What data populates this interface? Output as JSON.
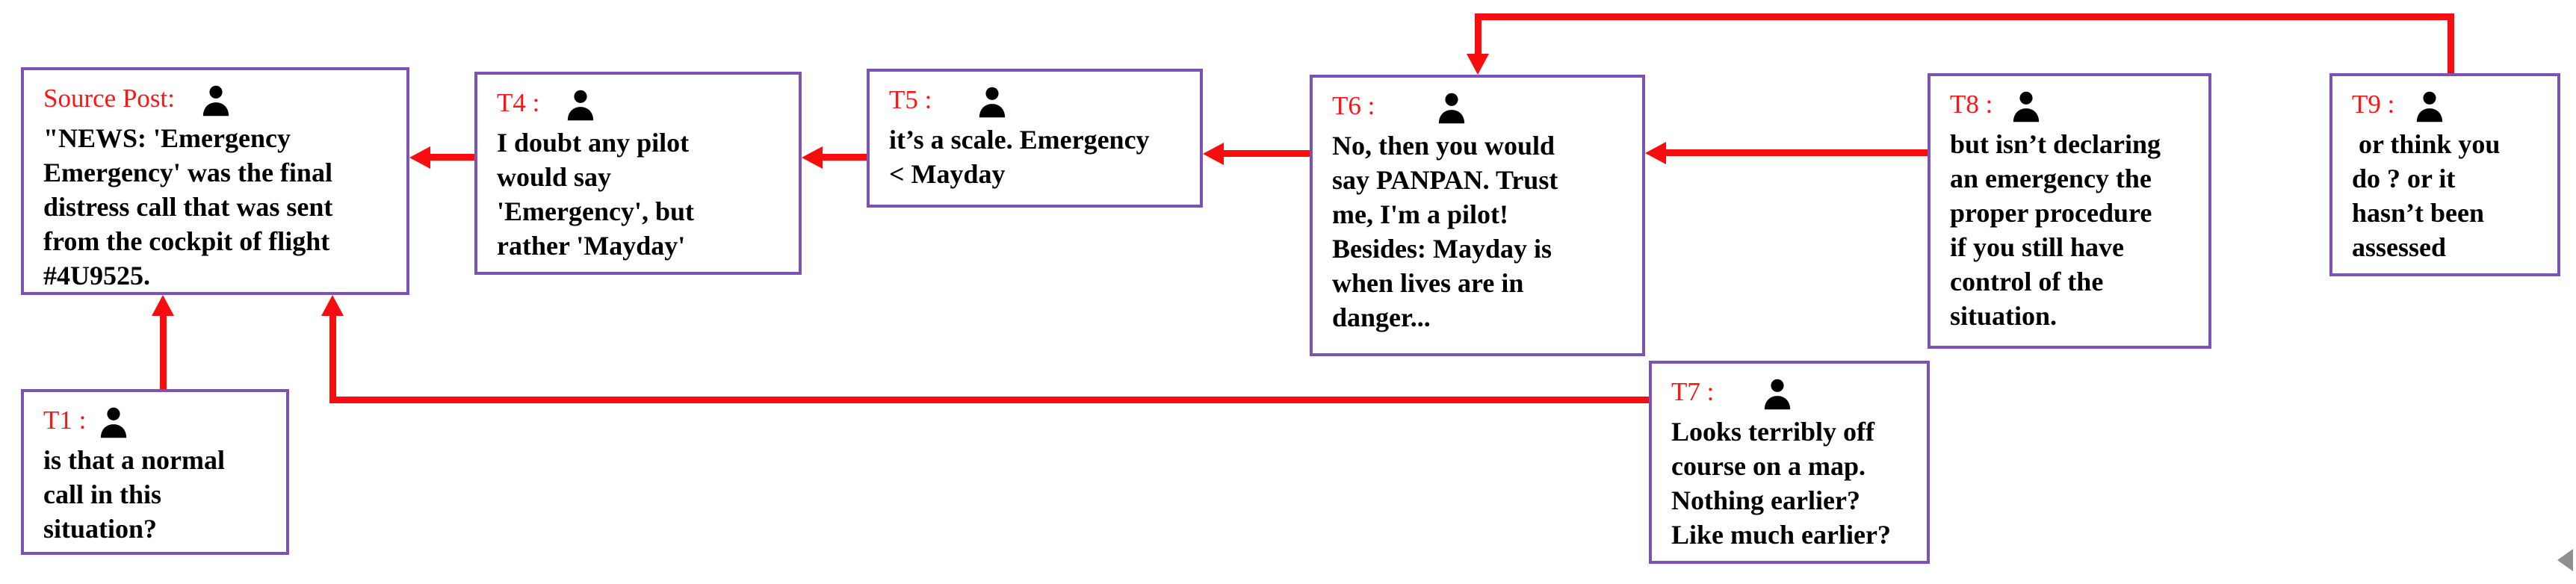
{
  "diagram": {
    "title": "Conversation reply-tree of source post and responses",
    "colors": {
      "box_border": "#7c52b4",
      "label_text": "#ff1414",
      "body_text": "#000000",
      "arrow": "#f70d0d",
      "edge_chevron": "#8f8f8f"
    },
    "boxes": [
      {
        "id": "source",
        "label": "Source Post:",
        "icon": "person-icon",
        "text": "\"NEWS: 'Emergency\nEmergency' was the final\ndistress call that was sent\nfrom the cockpit of flight\n#4U9525."
      },
      {
        "id": "t1",
        "label": "T1 :",
        "icon": "person-icon",
        "text": "is that a normal\ncall in this\nsituation?"
      },
      {
        "id": "t4",
        "label": "T4 :",
        "icon": "person-icon",
        "text": "I doubt any pilot\nwould say\n'Emergency', but\nrather 'Mayday'"
      },
      {
        "id": "t5",
        "label": "T5 :",
        "icon": "person-icon",
        "text": "it’s a scale. Emergency\n< Mayday"
      },
      {
        "id": "t6",
        "label": "T6 :",
        "icon": "person-icon",
        "text": "No, then you would\nsay PANPAN. Trust\nme, I'm a pilot!\nBesides: Mayday is\nwhen lives are in\ndanger..."
      },
      {
        "id": "t7",
        "label": "T7 :",
        "icon": "person-icon",
        "text": "Looks terribly off\ncourse on a map.\nNothing earlier?\nLike much earlier?"
      },
      {
        "id": "t8",
        "label": "T8 :",
        "icon": "person-icon",
        "text": "but isn’t declaring\nan emergency the\nproper procedure\nif you still have\ncontrol of the\nsituation."
      },
      {
        "id": "t9",
        "label": "T9 :",
        "icon": "person-icon",
        "text": " or think you\ndo ? or it\nhasn’t been\nassessed"
      }
    ],
    "edges": [
      {
        "from": "t1",
        "to": "source"
      },
      {
        "from": "t4",
        "to": "source"
      },
      {
        "from": "t5",
        "to": "t4"
      },
      {
        "from": "t6",
        "to": "t5"
      },
      {
        "from": "t7",
        "to": "source"
      },
      {
        "from": "t8",
        "to": "t6"
      },
      {
        "from": "t9",
        "to": "t6"
      }
    ]
  }
}
